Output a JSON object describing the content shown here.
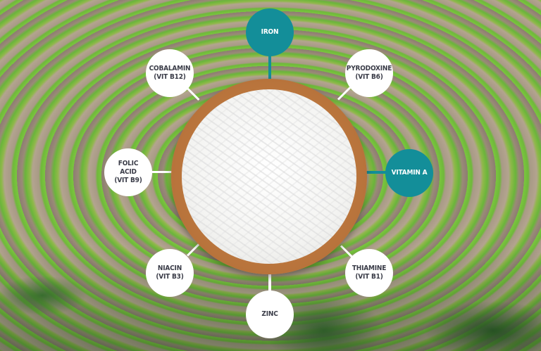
{
  "center": {
    "subject": "bowl of rice"
  },
  "nutrients": {
    "iron": {
      "label": "IRON",
      "highlighted": true
    },
    "cobalamin": {
      "label": "COBALAMIN\n(VIT B12)",
      "highlighted": false
    },
    "pyrodoxine": {
      "label": "PYRODOXINE\n(VIT B6)",
      "highlighted": false
    },
    "folic_acid": {
      "label": "FOLIC\nACID\n(VIT B9)",
      "highlighted": false
    },
    "vitamin_a": {
      "label": "VITAMIN A",
      "highlighted": true
    },
    "niacin": {
      "label": "NIACIN\n(VIT B3)",
      "highlighted": false
    },
    "thiamine": {
      "label": "THIAMINE\n(VIT B1)",
      "highlighted": false
    },
    "zinc": {
      "label": "ZINC",
      "highlighted": false
    }
  },
  "colors": {
    "accent_teal": "#138e99",
    "bubble_white": "#ffffff",
    "label_text_dark": "#3a3c48",
    "bowl_wood": "#b8733b"
  }
}
